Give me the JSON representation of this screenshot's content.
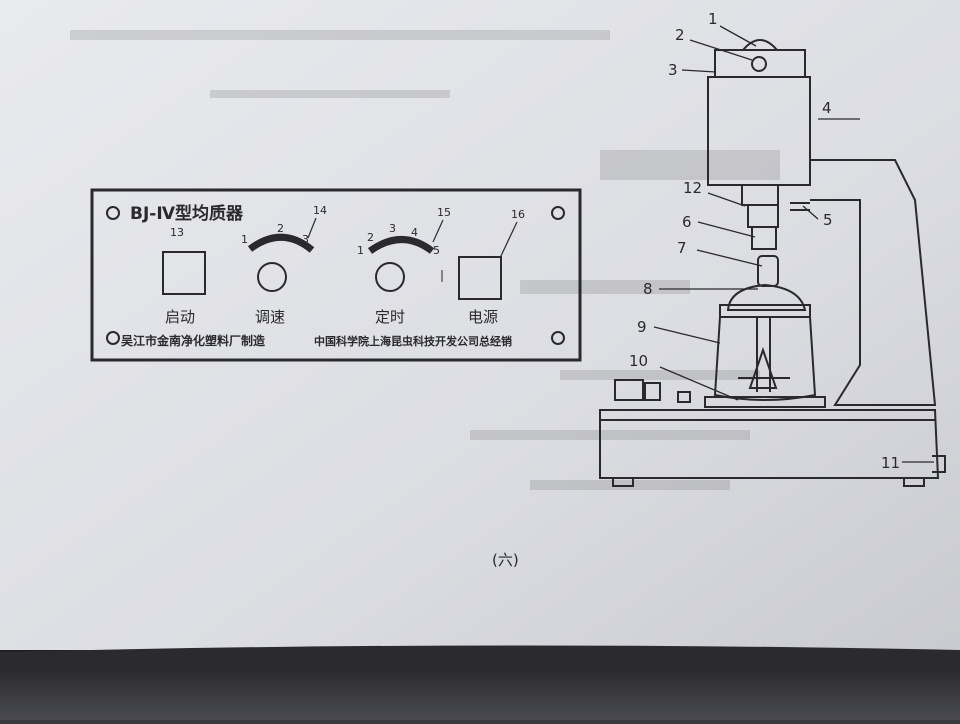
{
  "panel": {
    "title": "BJ-Ⅳ型均质器",
    "knob_labels": {
      "start": "启动",
      "speed": "调速",
      "timer": "定时",
      "power": "电源"
    },
    "speed_scale": [
      "1",
      "2",
      "3"
    ],
    "timer_scale": [
      "1",
      "2",
      "3",
      "4",
      "5"
    ],
    "callouts": {
      "start": "13",
      "speed": "14",
      "timer": "15",
      "power": "16"
    },
    "manufacturer": "吴江市金南净化塑料厂制造",
    "distributor": "中国科学院上海昆虫科技开发公司总经销"
  },
  "machine": {
    "part_numbers": [
      "1",
      "2",
      "3",
      "4",
      "5",
      "6",
      "7",
      "8",
      "9",
      "10",
      "11",
      "12"
    ]
  },
  "page_label": "(六)"
}
